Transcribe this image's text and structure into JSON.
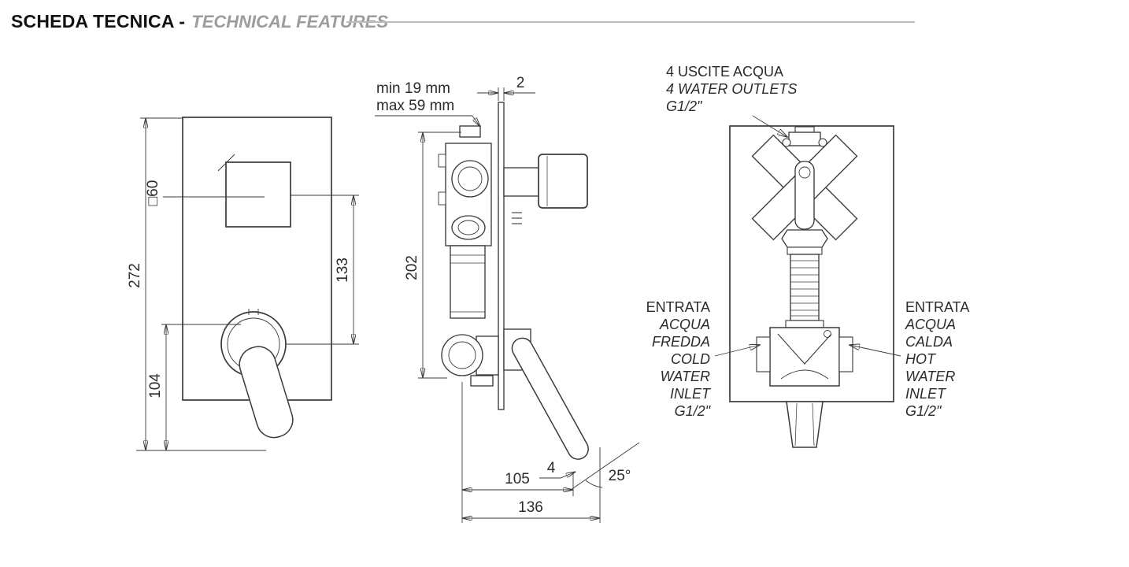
{
  "header": {
    "title": "SCHEDA TECNICA -",
    "subtitle": "TECHNICAL FEATURES"
  },
  "front_view": {
    "dim_plate_height": "272",
    "dim_handle_offset": "104",
    "dim_square_to_handle": "133",
    "dim_square_size": "□60"
  },
  "side_view": {
    "dim_depth_min": "min 19 mm",
    "dim_depth_max": "max 59 mm",
    "dim_plate_thickness": "2",
    "dim_body_height": "202",
    "dim_lever_tip": "4",
    "dim_handle_reach": "105",
    "dim_total_reach": "136",
    "dim_lever_angle": "25°"
  },
  "back_view": {
    "outlets_label": {
      "line1": "4 USCITE ACQUA",
      "line2": "4 WATER OUTLETS",
      "line3": "G1/2\""
    },
    "cold_inlet_label": {
      "lines": [
        "ENTRATA",
        "ACQUA",
        "FREDDA",
        "COLD",
        "WATER",
        "INLET",
        "G1/2\""
      ]
    },
    "hot_inlet_label": {
      "lines": [
        "ENTRATA",
        "ACQUA",
        "CALDA",
        "HOT",
        "WATER",
        "INLET",
        "G1/2\""
      ]
    }
  },
  "colors": {
    "line_color": "#3a3a3a",
    "text_color": "#2b2b2b",
    "subtitle_color": "#9c9c9c",
    "rule_color": "#bdbdbd"
  }
}
